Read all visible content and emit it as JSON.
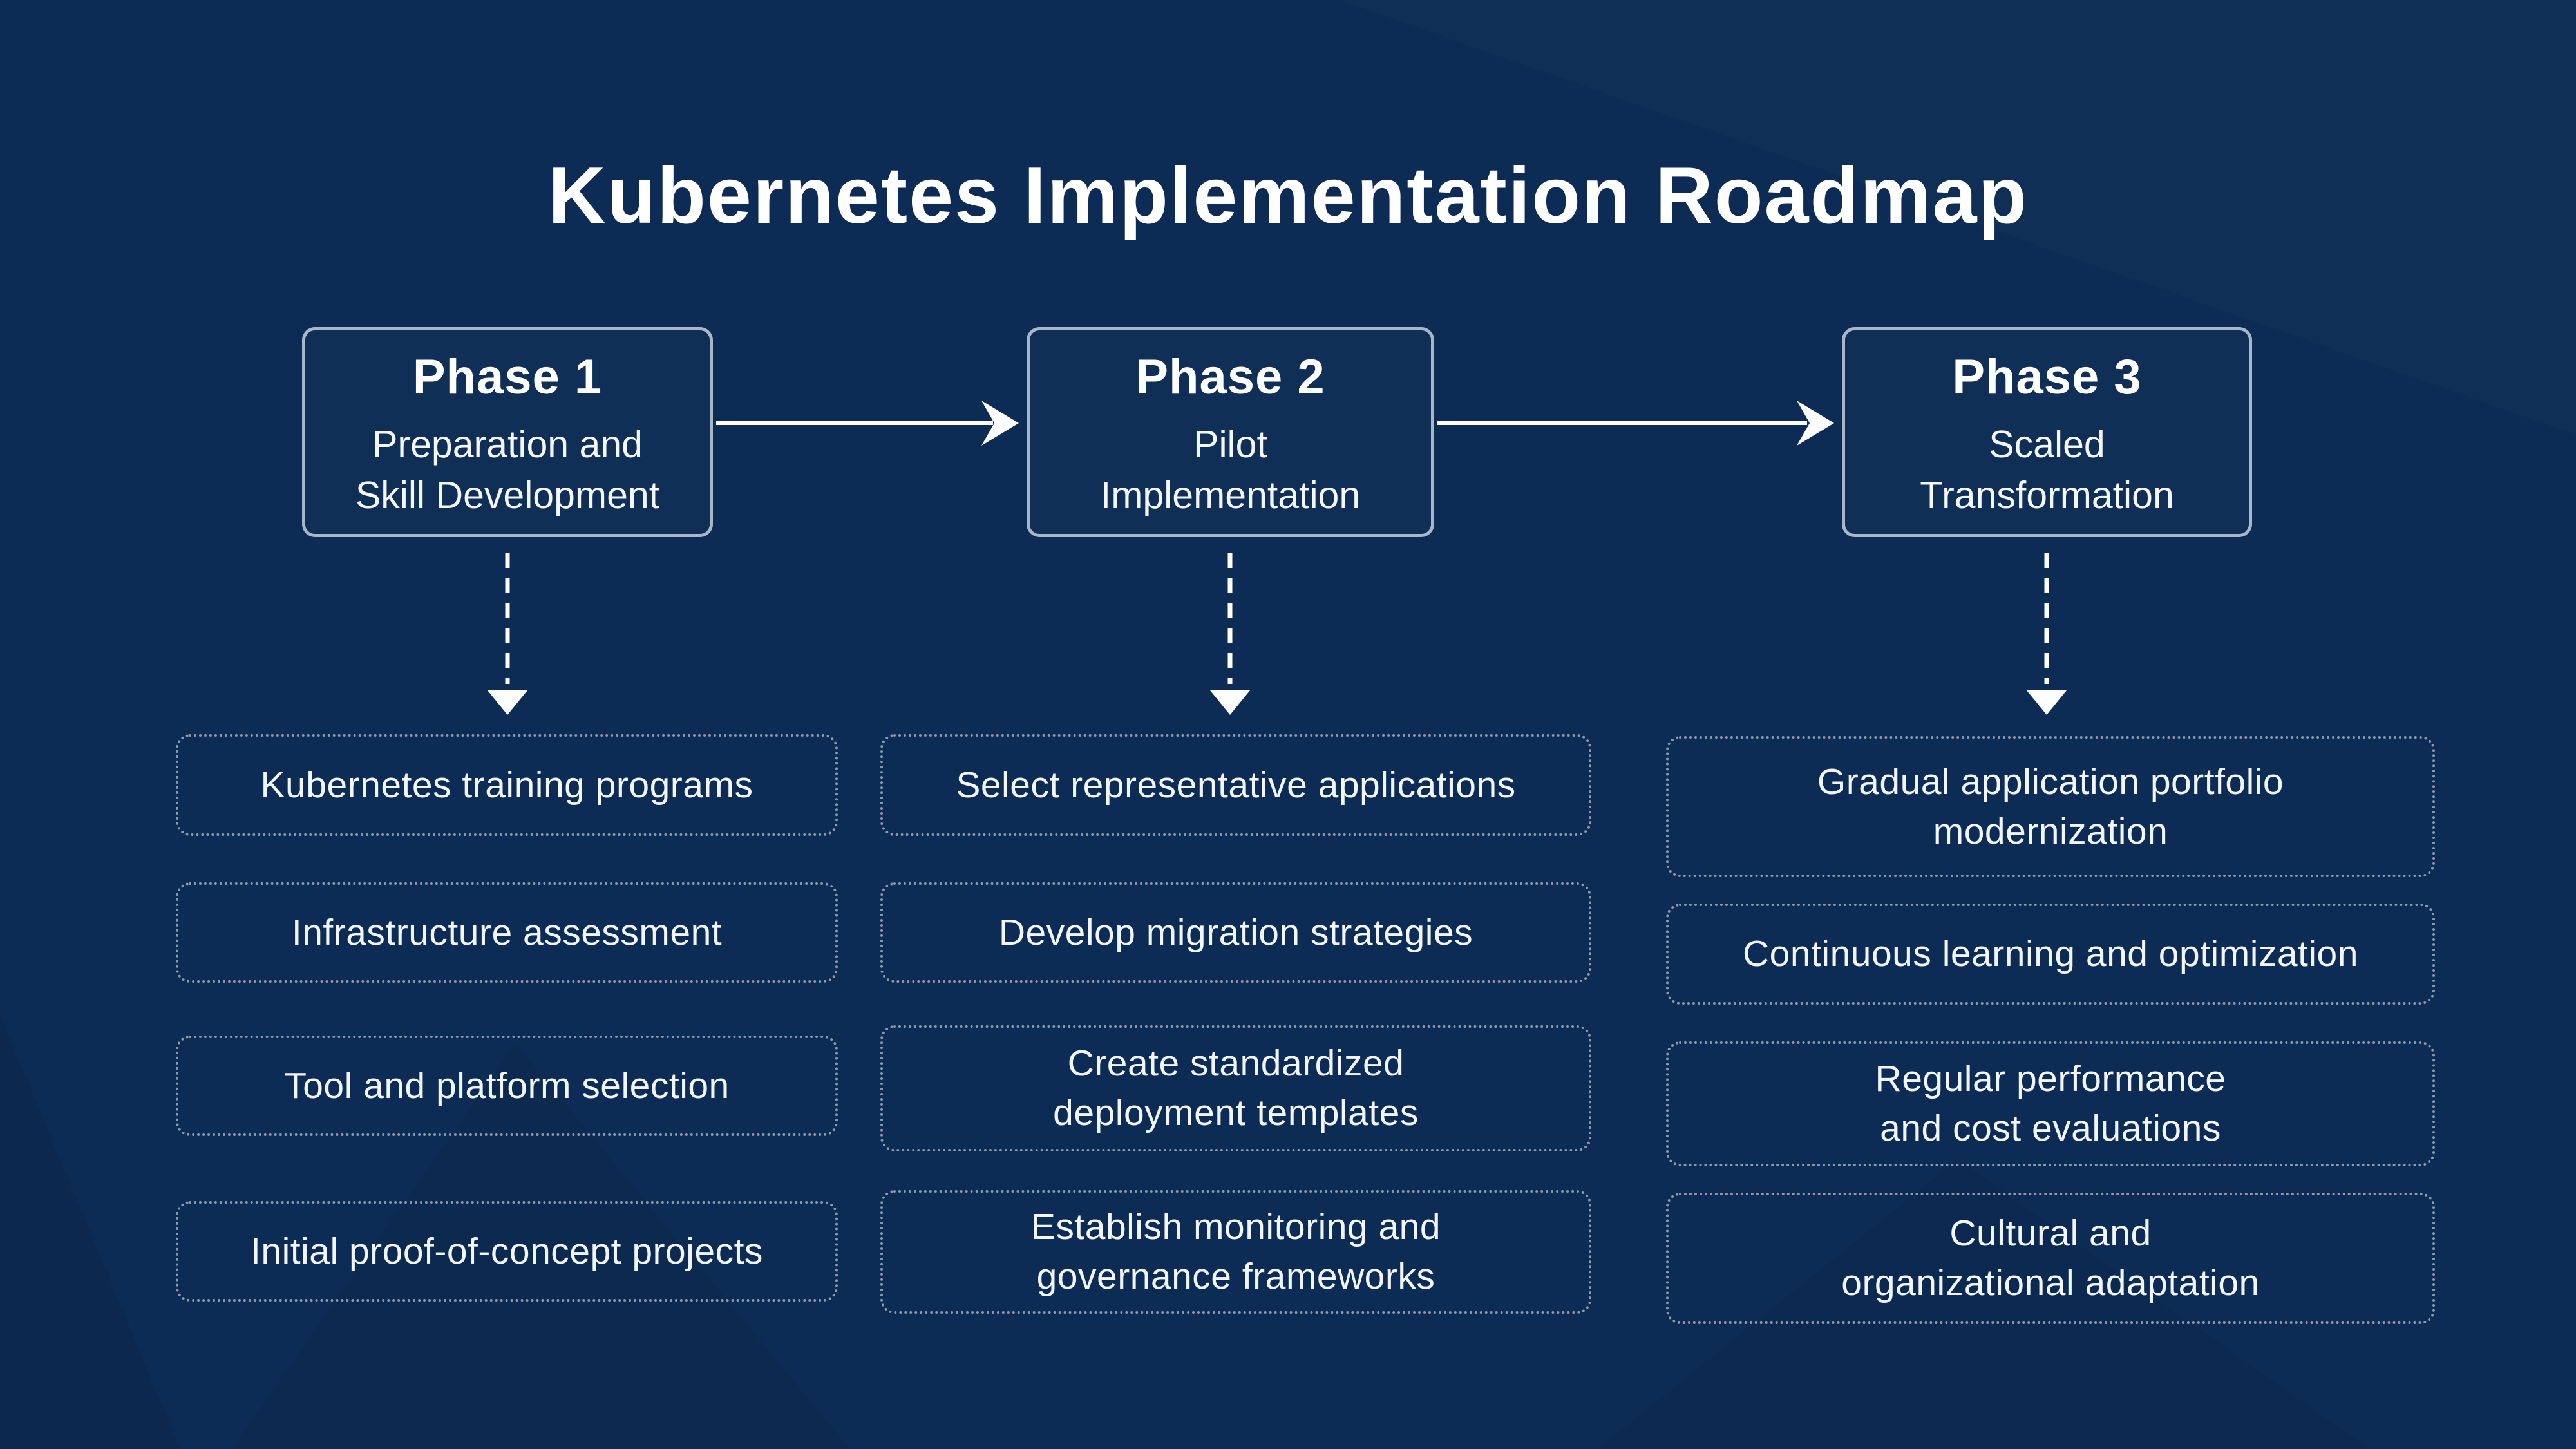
{
  "title": "Kubernetes Implementation Roadmap",
  "colors": {
    "background": "#0d2c55",
    "text": "#ffffff",
    "phase_box_border": "#a9b6c6",
    "item_box_border": "#8e9aab",
    "arrow": "#ffffff"
  },
  "phases": [
    {
      "name": "Phase 1",
      "subtitle": "Preparation and\nSkill Development",
      "items": [
        "Kubernetes training programs",
        "Infrastructure assessment",
        "Tool and platform selection",
        "Initial proof-of-concept projects"
      ]
    },
    {
      "name": "Phase 2",
      "subtitle": "Pilot\nImplementation",
      "items": [
        "Select representative applications",
        "Develop migration strategies",
        "Create standardized\ndeployment templates",
        "Establish monitoring and\ngovernance frameworks"
      ]
    },
    {
      "name": "Phase 3",
      "subtitle": "Scaled\nTransformation",
      "items": [
        "Gradual application portfolio\nmodernization",
        "Continuous learning and optimization",
        "Regular performance\nand cost evaluations",
        "Cultural and\norganizational adaptation"
      ]
    }
  ],
  "icons": {
    "flow_arrow": "right-arrow-icon",
    "drilldown_arrow": "down-dashed-arrow-icon"
  }
}
